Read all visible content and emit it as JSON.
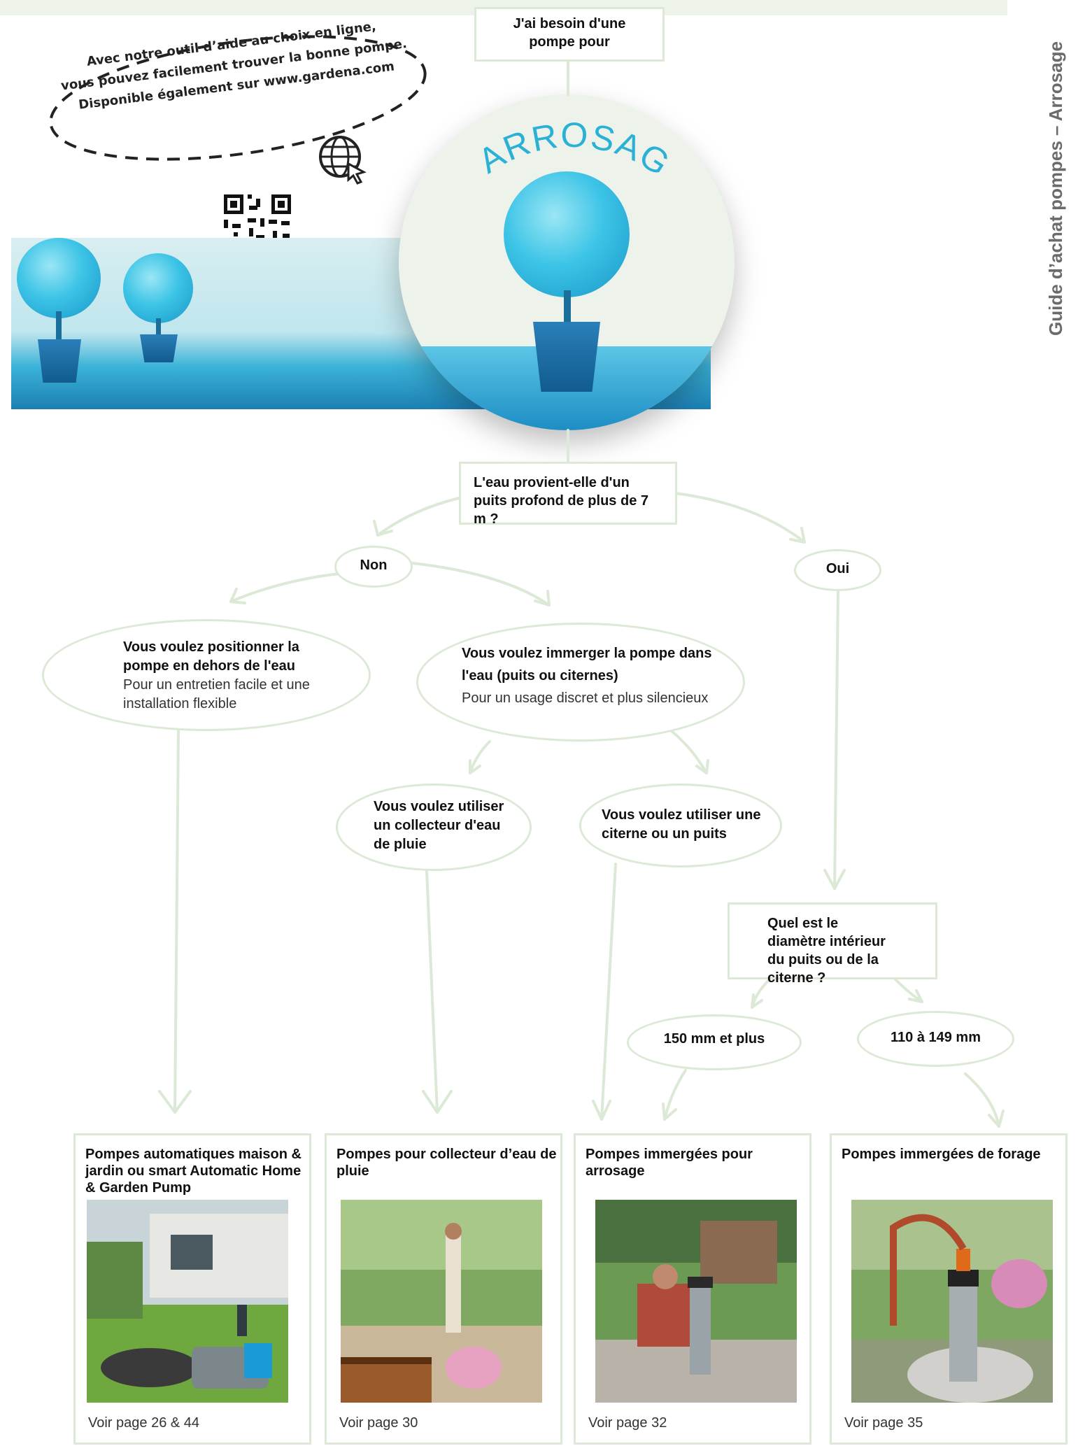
{
  "banner": {
    "lines": [
      "Avec notre outil d’aide au choix en ligne,",
      "vous pouvez facilement trouver la bonne pompe.",
      "Disponible également sur www.gardena.com"
    ]
  },
  "hero": {
    "circle_title": "ARROSAGE"
  },
  "side_title": "Guide d’achat pompes – Arrosage",
  "flow": {
    "start": "J'ai besoin d'une pompe pour",
    "q1": "L'eau provient-elle d'un puits profond de plus de 7 m ?",
    "no": "Non",
    "yes": "Oui",
    "outside": {
      "title": "Vous voulez positionner la pompe en dehors de l'eau",
      "sub": "Pour un entretien facile et une installation flexible"
    },
    "immerse": {
      "title": "Vous voulez immerger la pompe dans l'eau (puits ou citernes)",
      "sub": "Pour un usage discret et plus silencieux"
    },
    "rain": "Vous voulez utiliser un collecteur d'eau de pluie",
    "tank": "Vous voulez utiliser une citerne ou un puits",
    "diameter": "Quel est le diamètre intérieur du puits ou de la citerne ?",
    "d150": "150 mm et plus",
    "d110": "110 à 149 mm"
  },
  "cards": [
    {
      "title": "Pompes automatiques maison & jardin ou smart Automatic Home & Garden Pump",
      "link": "Voir page 26 & 44"
    },
    {
      "title": "Pompes pour collecteur d’eau de pluie",
      "link": "Voir page 30"
    },
    {
      "title": "Pompes immergées pour arrosage",
      "link": "Voir page 32"
    },
    {
      "title": "Pompes immergées de forage",
      "link": "Voir page 35"
    }
  ],
  "colors": {
    "line": "#dbe9d6",
    "accent_blue": "#2bb0d6",
    "side_text": "#6b6b6b"
  }
}
